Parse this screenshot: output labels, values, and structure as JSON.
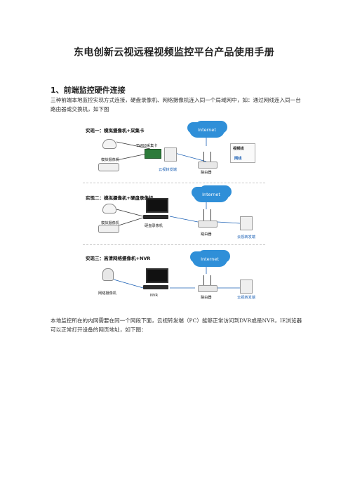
{
  "document": {
    "title": "东电创新云视远程视频监控平台产品使用手册",
    "section_heading": "1、前端监控硬件连接",
    "intro_paragraph": "三种前端本地监控实现方式连接，硬盘录像机、网络摄像机连入同一个局域网中，如：通过网线连入同一台路由器或交换机，如下图",
    "followup_paragraph": "本地监控所在的内网需要在同一个网段下面，云视转发端（PC）能够正常访问到DVR或是NVR，IE浏览器可以正常打开设备的网页地址，如下图："
  },
  "diagram": {
    "panels": [
      {
        "title": "实现一：模拟摄像机+采集卡",
        "labels": {
          "cloud": "Internet",
          "capture_card": "TW68采集卡",
          "camera": "模拟摄像机",
          "forwarder": "云视转发端",
          "router": "路由器",
          "legend_video": "视频线",
          "legend_network": "网线"
        }
      },
      {
        "title": "实现二：模拟摄像机+硬盘录像机",
        "labels": {
          "cloud": "Internet",
          "camera": "模拟摄像机",
          "recorder": "硬盘录像机",
          "router": "路由器",
          "forwarder": "云视转发端"
        }
      },
      {
        "title": "实现三：高清网络摄像机+NVR",
        "labels": {
          "cloud": "Internet",
          "camera": "网络摄像机",
          "recorder": "NVR",
          "router": "路由器",
          "forwarder": "云视转发端"
        }
      }
    ],
    "colors": {
      "cloud": "#2f8fd8",
      "network_line": "#1a5fb4",
      "video_line": "#333333"
    }
  }
}
